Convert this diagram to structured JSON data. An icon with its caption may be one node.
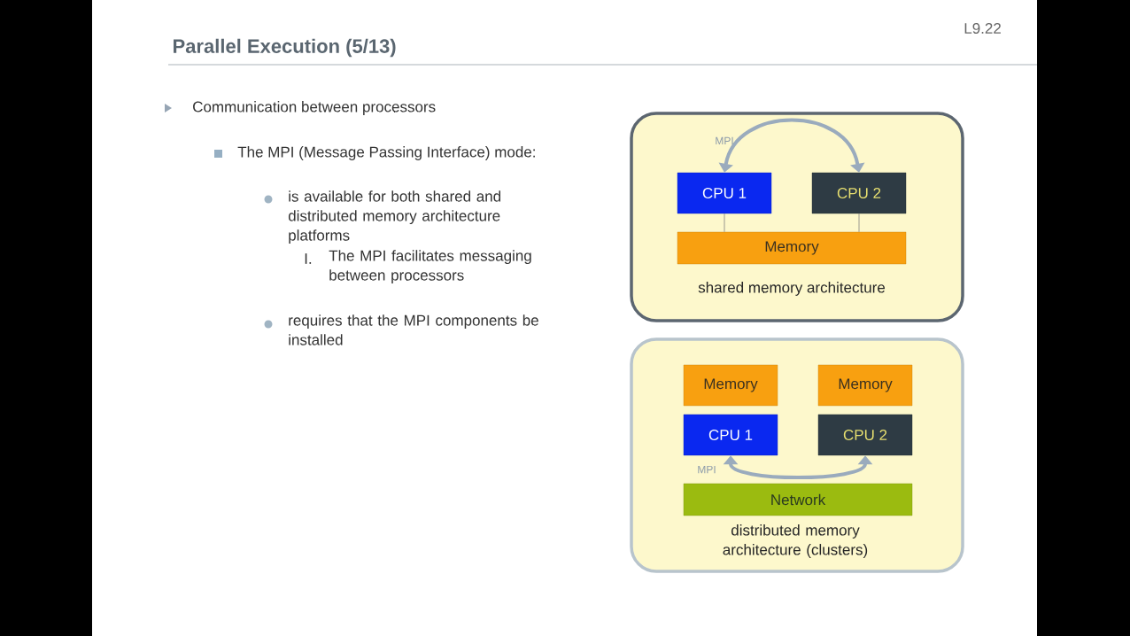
{
  "diagram": {
    "title": "Parallel Execution (5/13)",
    "nodes": [
      {
        "text": [
          "shared memory architecture"
        ]
      },
      {
        "text": [
          "CPU 1"
        ],
        "in": 0
      },
      {
        "text": [
          "CPU 2"
        ],
        "in": 0
      },
      {
        "text": [
          "Memory"
        ],
        "in": 0
      },
      {
        "text": [
          "distributed memory architecture (clusters)"
        ]
      },
      {
        "text": [
          "Memory"
        ],
        "in": 4
      },
      {
        "text": [
          "Memory"
        ],
        "in": 4
      },
      {
        "text": [
          "CPU 1"
        ],
        "in": 4
      },
      {
        "text": [
          "CPU 2"
        ],
        "in": 4
      },
      {
        "text": [
          "Network"
        ],
        "in": 4
      }
    ],
    "edges": [
      {
        "from": 1,
        "to": 2,
        "arrow": "both",
        "label": "MPI",
        "style": "thick",
        "color": "#9aabbd"
      },
      {
        "from": 1,
        "to": 3,
        "arrow": "none"
      },
      {
        "from": 2,
        "to": 3,
        "arrow": "none"
      },
      {
        "from": 7,
        "to": 8,
        "arrow": "both",
        "label": "MPI",
        "style": "thick",
        "color": "#9aabbd"
      }
    ],
    "labels": [
      "L9.22",
      "Communication between processors",
      "The MPI (Message Passing Interface) mode:",
      "is available for both shared and distributed memory architecture platforms",
      "I.",
      "The MPI facilitates messaging between processors",
      "requires that the MPI components be installed"
    ]
  }
}
